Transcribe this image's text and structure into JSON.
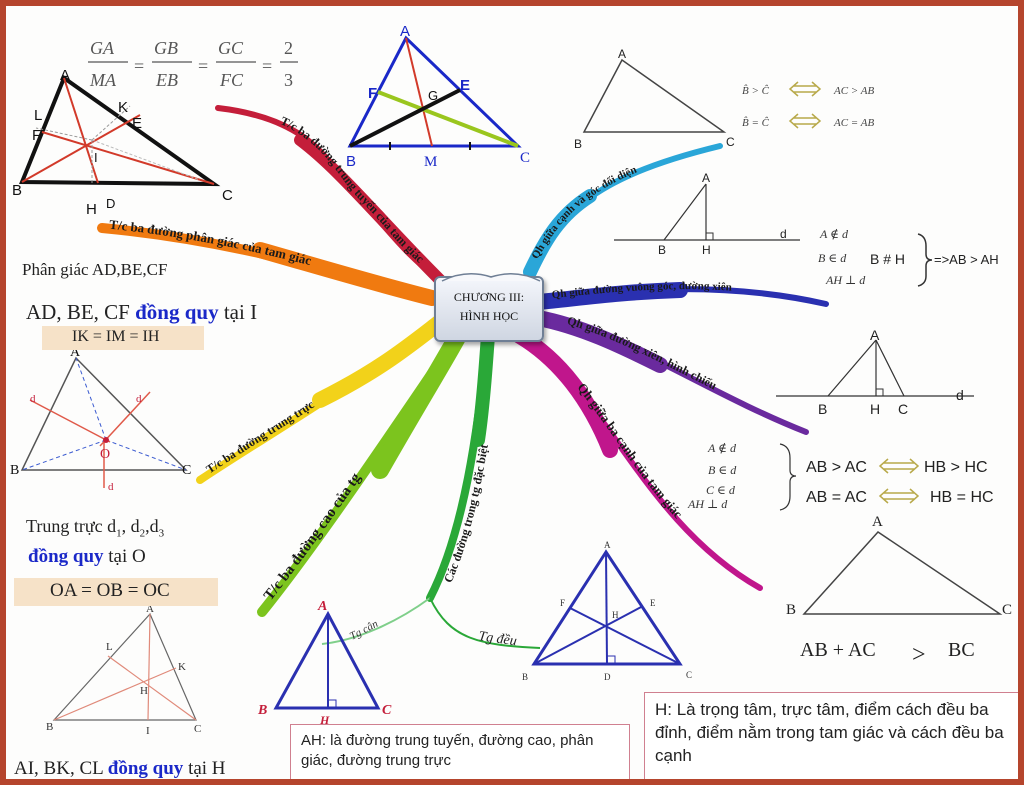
{
  "center": {
    "line1": "CHƯƠNG III:",
    "line2": "HÌNH HỌC"
  },
  "branches": {
    "trung_tuyen": "T/c ba đường trung tuyến của tam giác",
    "phan_giac": "T/c ba đường phân giác của tam giác",
    "trung_truc": "T/c ba đường trung trực",
    "duong_cao": "T/c ba đường cao của tg",
    "dac_biet": "Các đường trong tg đặc biệt",
    "tg_can": "Tg cân",
    "tg_deu": "Tg đều",
    "canh_goc": "Qh giữa cạnh và góc đối diện",
    "vuong_goc": "Qh giữa đường vuông góc, đường xiên",
    "xien_chieu": "Qh giữa đường xiên, hình chiếu",
    "ba_canh": "Qh giữa ba cạnh của tam giác"
  },
  "centroid": {
    "ratio": [
      "GA",
      "MA",
      "GB",
      "EB",
      "GC",
      "FC",
      "2",
      "3"
    ],
    "labels": {
      "A": "A",
      "B": "B",
      "C": "C",
      "E": "E",
      "F": "F",
      "G": "G",
      "M": "M"
    }
  },
  "bisector": {
    "labels": {
      "A": "A",
      "B": "B",
      "C": "C",
      "L": "L",
      "F": "F",
      "K": "K",
      "E": "E",
      "I": "I",
      "H": "H",
      "D": "D"
    },
    "line1": "Phân giác AD,BE,CF",
    "line2_prefix": "AD, BE, CF ",
    "line2_bold": "đồng quy",
    "line2_suffix": " tại I",
    "equality": "IK = IM = IH"
  },
  "perpendicular": {
    "labels": {
      "A": "A",
      "B": "B",
      "C": "C",
      "O": "O",
      "d1": "d",
      "d2": "d",
      "d3": "d"
    },
    "line1": "Trung trực d",
    "line1_sub1": "1",
    "line1_mid": ", d",
    "line1_sub2": "2",
    "line1_mid2": ",d",
    "line1_sub3": "3",
    "line2_bold": "đồng quy",
    "line2_suffix": " tại O",
    "equality": "OA = OB = OC"
  },
  "altitude": {
    "labels": {
      "A": "A",
      "B": "B",
      "C": "C",
      "L": "L",
      "K": "K",
      "H": "H",
      "I": "I"
    },
    "line_prefix": "AI, BK, CL ",
    "line_bold": "đồng quy",
    "line_suffix": " tại H"
  },
  "isosceles": {
    "labels": {
      "A": "A",
      "B": "B",
      "C": "C",
      "H": "H"
    }
  },
  "equilateral": {
    "labels": {
      "A": "A",
      "F": "F",
      "E": "E",
      "H": "H",
      "B": "B",
      "C": "C",
      "D": "D"
    }
  },
  "angle_side": {
    "labels": {
      "A": "A",
      "B": "B",
      "C": "C"
    },
    "rel1_left": "B̂ > Ĉ",
    "rel1_right": "AC > AB",
    "rel2_left": "B̂ = Ĉ",
    "rel2_right": "AC = AB"
  },
  "perp_oblique": {
    "labels": {
      "A": "A",
      "B": "B",
      "H": "H",
      "d": "d"
    },
    "cond1": "A ∉ d",
    "cond2": "B ∈ d",
    "cond2b": "B # H",
    "cond3": "AH ⊥ d",
    "result": "=>AB > AH"
  },
  "projection": {
    "labels": {
      "A": "A",
      "B": "B",
      "H": "H",
      "C": "C",
      "d": "d"
    },
    "cond1": "A ∉ d",
    "cond2": "B ∈ d",
    "cond3": "C ∈ d",
    "cond4": "AH ⊥ d",
    "rel1_left": "AB > AC",
    "rel1_right": "HB > HC",
    "rel2_left": "AB = AC",
    "rel2_right": "HB = HC"
  },
  "triangle_ineq": {
    "labels": {
      "A": "A",
      "B": "B",
      "C": "C"
    },
    "left": "AB + AC",
    "op": ">",
    "right": "BC"
  },
  "notes": {
    "ah": "AH: là đường trung tuyến, đường cao, phân giác, đường trung trực",
    "h": "H: Là trọng tâm, trực tâm, điểm cách đều ba đỉnh, điểm nằm trong tam giác và cách đều ba cạnh"
  },
  "colors": {
    "frame": "#b5452d",
    "trung_tuyen": "#c41e3a",
    "phan_giac": "#f07a10",
    "trung_truc": "#f2d21a",
    "duong_cao": "#7cc41e",
    "dac_biet": "#2aa838",
    "canh_goc": "#2aa6d8",
    "vuong_goc": "#2a30b0",
    "xien_chieu": "#6a2a9e",
    "ba_canh": "#c0168c",
    "accent_blue": "#1a28c8"
  }
}
